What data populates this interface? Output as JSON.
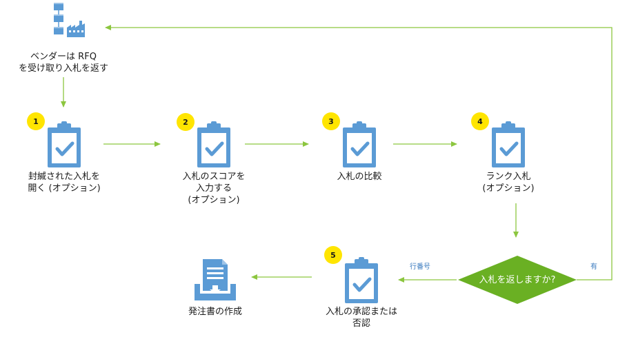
{
  "colors": {
    "arrow": "#8cc63f",
    "icon": "#5b9bd5",
    "badge": "#ffe500",
    "diamond": "#6ab023"
  },
  "vendor": {
    "line1": "ベンダーは RFQ",
    "line2": "を受け取り入札を返す",
    "icons": [
      "server-stack-icon",
      "factory-icon"
    ]
  },
  "steps": [
    {
      "num": "1",
      "line1": "封緘された入札を",
      "line2": "開く (オプション)",
      "line3": ""
    },
    {
      "num": "2",
      "line1": "入札のスコアを",
      "line2": "入力する",
      "line3": "(オプション)"
    },
    {
      "num": "3",
      "line1": "入札の比較",
      "line2": "",
      "line3": ""
    },
    {
      "num": "4",
      "line1": "ランク入札",
      "line2": "(オプション)",
      "line3": ""
    },
    {
      "num": "5",
      "line1": "入札の承認または",
      "line2": "否認",
      "line3": ""
    }
  ],
  "decision": {
    "text": "入札を返しますか?",
    "yes_label": "有",
    "no_label": "行番号"
  },
  "output": {
    "label": "発注書の作成",
    "icon": "document-tray-icon"
  }
}
